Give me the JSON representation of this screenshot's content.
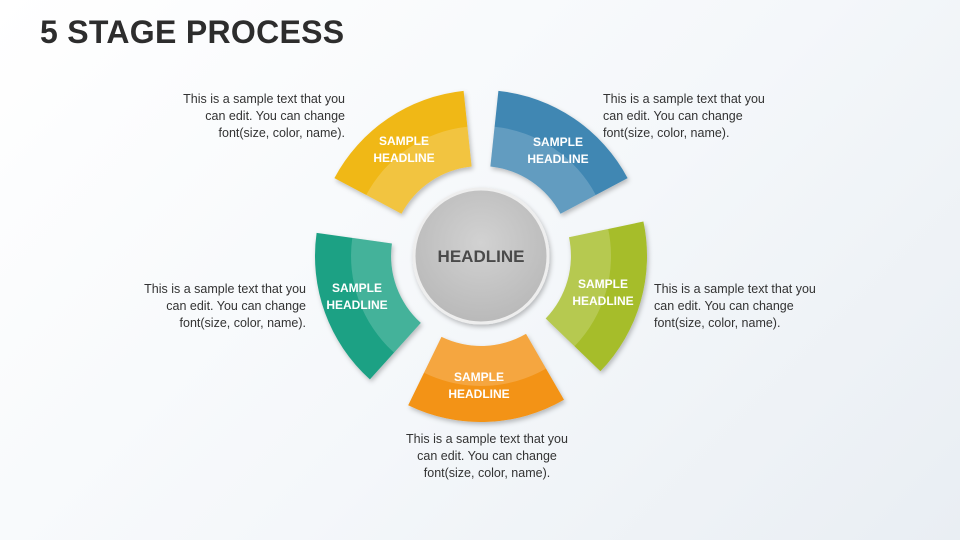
{
  "title": "5 STAGE PROCESS",
  "center": {
    "label": "HEADLINE"
  },
  "colors": {
    "yellow": "#f0b818",
    "blue": "#3f87b3",
    "green": "#a6bd2b",
    "orange": "#f39312",
    "teal": "#1fa184",
    "hub": "#c6c6c6"
  },
  "stages": [
    {
      "color_key": "yellow",
      "headline_1": "SAMPLE",
      "headline_2": "HEADLINE",
      "text": [
        "This is a sample text that you",
        "can edit. You can change",
        "font(size, color, name)."
      ]
    },
    {
      "color_key": "blue",
      "headline_1": "SAMPLE",
      "headline_2": "HEADLINE",
      "text": [
        "This is a sample text that you",
        "can edit. You can change",
        "font(size, color, name)."
      ]
    },
    {
      "color_key": "green",
      "headline_1": "SAMPLE",
      "headline_2": "HEADLINE",
      "text": [
        "This is a sample text that you",
        "can edit. You can change",
        "font(size, color, name)."
      ]
    },
    {
      "color_key": "orange",
      "headline_1": "SAMPLE",
      "headline_2": "HEADLINE",
      "text": [
        "This is a sample text that you",
        "can edit. You can change",
        "font(size, color, name)."
      ]
    },
    {
      "color_key": "teal",
      "headline_1": "SAMPLE",
      "headline_2": "HEADLINE",
      "text": [
        "This is a sample text that you",
        "can edit. You can change",
        "font(size, color, name)."
      ]
    }
  ]
}
